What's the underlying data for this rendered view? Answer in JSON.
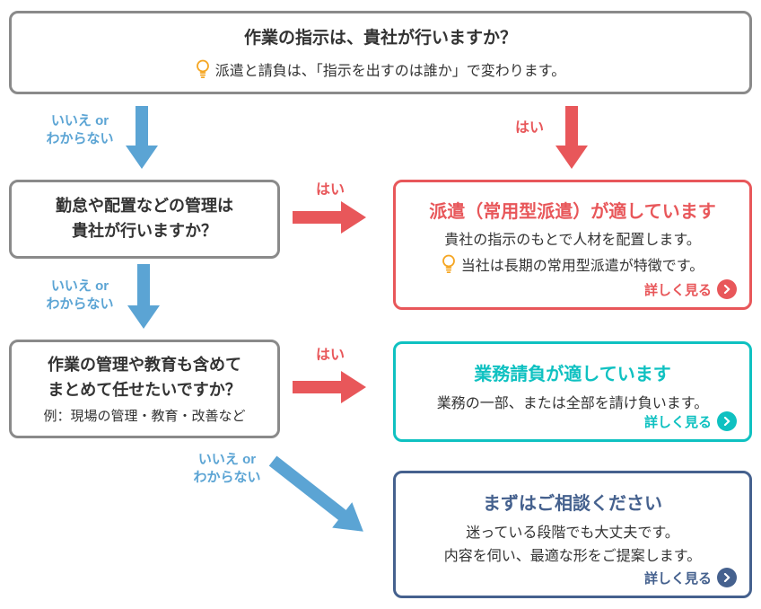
{
  "colors": {
    "red": "#E8575A",
    "blue": "#5BA4D4",
    "teal": "#0FC1C1",
    "navy": "#45618E",
    "gray": "#8A8A8A",
    "orange": "#F5A623",
    "text": "#333333"
  },
  "top_box": {
    "title": "作業の指示は、貴社が行いますか？",
    "note": "派遣と請負は、「指示を出すのは誰か」で変わります。"
  },
  "decision_labels": {
    "no_line1": "いいえ or",
    "no_line2": "わからない",
    "yes": "はい"
  },
  "question2": {
    "line1": "勤怠や配置などの管理は",
    "line2": "貴社が行いますか？"
  },
  "question3": {
    "line1": "作業の管理や教育も含めて",
    "line2": "まとめて任せたいですか？",
    "example": "例：現場の管理・教育・改善など"
  },
  "result_dispatch": {
    "title": "派遣（常用型派遣）が適しています",
    "body": "貴社の指示のもとで人材を配置します。",
    "note": "当社は長期の常用型派遣が特徴です。",
    "link": "詳しく見る"
  },
  "result_contract": {
    "title": "業務請負が適しています",
    "body": "業務の一部、または全部を請け負います。",
    "link": "詳しく見る"
  },
  "result_consult": {
    "title": "まずはご相談ください",
    "body1": "迷っている段階でも大丈夫です。",
    "body2": "内容を伺い、最適な形をご提案します。",
    "link": "詳しく見る"
  }
}
